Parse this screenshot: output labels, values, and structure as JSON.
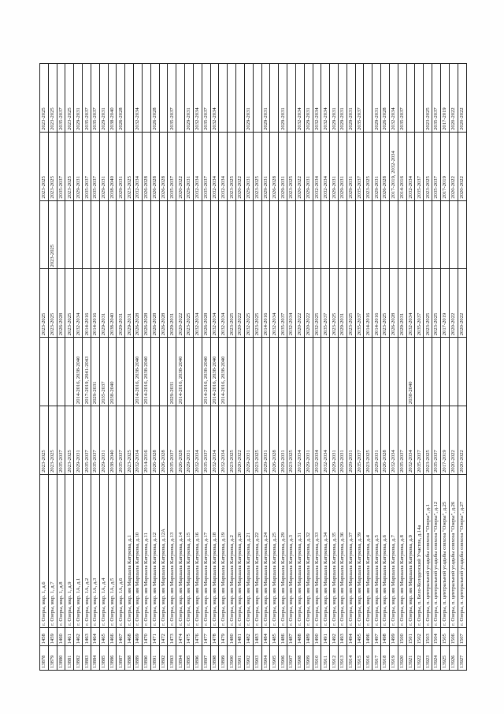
{
  "rows": [
    [
      "13878",
      "1458",
      "г. Озеры, мкр. 1, д.6",
      "2023-2025",
      "",
      "2023-2025",
      "",
      "2023-2025",
      "2023-2025"
    ],
    [
      "13879",
      "1459",
      "г. Озеры, мкр. 1, д.7",
      "2023-2025",
      "",
      "2023-2025",
      "2023-2025",
      "2023-2025",
      "2023-2025"
    ],
    [
      "13880",
      "1460",
      "г. Озеры, мкр. 1, д.8",
      "2035-2037",
      "",
      "2026-2028",
      "",
      "2035-2037",
      "2035-2037"
    ],
    [
      "13881",
      "1461",
      "г. Озеры, мкр. 1, д.9",
      "2023-2025",
      "",
      "2023-2025",
      "",
      "2023-2025",
      "2023-2025"
    ],
    [
      "13882",
      "1462",
      "г. Озеры, мкр. 1А, д.1",
      "2029-2031",
      "2014-2016, 2038-2040",
      "2032-2034",
      "",
      "2029-2031",
      "2029-2031"
    ],
    [
      "13883",
      "1463",
      "г. Озеры, мкр. 1А, д.2",
      "2035-2037",
      "2017-2019, 2041-2043",
      "2014-2016",
      "",
      "2035-2037",
      "2035-2037"
    ],
    [
      "13884",
      "1464",
      "г. Озеры, мкр. 1А, д.3",
      "2035-2037",
      "2029-2031",
      "2014-2016",
      "",
      "2035-2037",
      "2035-2037"
    ],
    [
      "13885",
      "1465",
      "г. Озеры, мкр. 1А, д.4",
      "2029-2031",
      "2035-2037",
      "2029-2031",
      "",
      "2029-2031",
      "2029-2031"
    ],
    [
      "13886",
      "1466",
      "г. Озеры, мкр. 1А, д.5",
      "2038-2040",
      "2038-2040",
      "2038-2040",
      "",
      "2038-2040",
      "2038-2040"
    ],
    [
      "13887",
      "1467",
      "г. Озеры, мкр. 1А, д.6",
      "2035-2037",
      "",
      "2029-2031",
      "",
      "2029-2031",
      "2026-2028"
    ],
    [
      "13888",
      "1468",
      "г. Озеры, мкр. им Маршала Катукова, д.1",
      "2023-2025",
      "",
      "2029-2031",
      "",
      "2023-2025",
      ""
    ],
    [
      "13889",
      "1469",
      "г. Озеры, мкр. им Маршала Катукова, д.10",
      "2032-2034",
      "2014-2016, 2038-2040",
      "2026-2028",
      "",
      "2032-2034",
      "2032-2034"
    ],
    [
      "13890",
      "1470",
      "г. Озеры, мкр. им Маршала Катукова, д.11",
      "2014-2016",
      "2014-2016, 2038-2040",
      "2026-2028",
      "",
      "2026-2028",
      ""
    ],
    [
      "13891",
      "1471",
      "г. Озеры, мкр. им Маршала Катукова, д.12",
      "2026-2028",
      "",
      "2026-2028",
      "",
      "2026-2028",
      "2026-2028"
    ],
    [
      "13892",
      "1472",
      "г. Озеры, мкр. им Маршала Катукова, д.12А",
      "2026-2028",
      "",
      "2026-2028",
      "",
      "2026-2028",
      ""
    ],
    [
      "13893",
      "1473",
      "г. Озеры, мкр. им Маршала Катукова, д.13",
      "2035-2037",
      "2029-2031",
      "2029-2031",
      "",
      "2035-2037",
      "2035-2037"
    ],
    [
      "13894",
      "1474",
      "г. Озеры, мкр. им Маршала Катукова, д.14",
      "2026-2028",
      "2014-2016, 2038-2040",
      "2020-2022",
      "",
      "2020-2022",
      ""
    ],
    [
      "13895",
      "1475",
      "г. Озеры, мкр. им Маршала Катукова, д.15",
      "2029-2031",
      "",
      "2023-2025",
      "",
      "2029-2031",
      "2029-2031"
    ],
    [
      "13896",
      "1476",
      "г. Озеры, мкр. им Маршала Катукова, д.16",
      "2032-2034",
      "",
      "2032-2034",
      "",
      "2032-2034",
      "2032-2034"
    ],
    [
      "13897",
      "1477",
      "г. Озеры, мкр. им Маршала Катукова, д.17",
      "2035-2037",
      "2014-2016, 2038-2040",
      "2026-2028",
      "",
      "2035-2037",
      "2035-2037"
    ],
    [
      "13898",
      "1478",
      "г. Озеры, мкр. им Маршала Катукова, д.18",
      "2032-2034",
      "2014-2016, 2038-2040",
      "2032-2034",
      "",
      "2032-2034",
      "2032-2034"
    ],
    [
      "13899",
      "1479",
      "г. Озеры, мкр. им Маршала Катукова, д.19",
      "2032-2034",
      "2014-2016, 2038-2040",
      "2032-2034",
      "",
      "2032-2034",
      ""
    ],
    [
      "13900",
      "1480",
      "г. Озеры, мкр. им Маршала Катукова, д.2",
      "2023-2025",
      "",
      "2023-2025",
      "",
      "2023-2025",
      ""
    ],
    [
      "13901",
      "1481",
      "г. Озеры, мкр. им Маршала Катукова, д.20",
      "2020-2022",
      "",
      "2020-2022",
      "",
      "2020-2022",
      ""
    ],
    [
      "13902",
      "1482",
      "г. Озеры, мкр. им Маршала Катукова, д.21",
      "2029-2031",
      "",
      "2032-2025",
      "",
      "2029-2031",
      "2029-2031"
    ],
    [
      "13903",
      "1483",
      "г. Озеры, мкр. им Маршала Катукова, д.22",
      "2023-2025",
      "",
      "2023-2025",
      "",
      "2023-2025",
      ""
    ],
    [
      "13904",
      "1484",
      "г. Озеры, мкр. им Маршала Катукова, д.24",
      "2029-2031",
      "",
      "2014-2016",
      "",
      "2029-2031",
      "2029-2031"
    ],
    [
      "13905",
      "1485",
      "г. Озеры, мкр. им Маршала Катукова, д.25",
      "2026-2028",
      "",
      "2032-2034",
      "",
      "2026-2028",
      ""
    ],
    [
      "13906",
      "1486",
      "г. Озеры, мкр. им Маршала Катукова, д.29",
      "2029-2031",
      "",
      "2035-2037",
      "",
      "2029-2031",
      "2029-2031"
    ],
    [
      "13907",
      "1487",
      "г. Озеры, мкр. им Маршала Катукова, д.3",
      "2023-2025",
      "",
      "2032-2034",
      "",
      "2023-2025",
      ""
    ],
    [
      "13908",
      "1488",
      "г. Озеры, мкр. им Маршала Катукова, д.31",
      "2032-2034",
      "",
      "2020-2022",
      "",
      "2020-2022",
      "2032-2034"
    ],
    [
      "13909",
      "1489",
      "г. Озеры, мкр. им Маршала Катукова, д.32",
      "2029-2031",
      "",
      "2020-2022",
      "",
      "2029-2031",
      "2029-2031"
    ],
    [
      "13910",
      "1490",
      "г. Озеры, мкр. им Маршала Катукова, д.33",
      "2032-2034",
      "",
      "2032-2025",
      "",
      "2032-2034",
      "2032-2034"
    ],
    [
      "13911",
      "1491",
      "г. Озеры, мкр. им Маршала Катукова, д.34",
      "2032-2034",
      "",
      "2035-2037",
      "",
      "2032-2034",
      "2032-2034"
    ],
    [
      "13912",
      "1492",
      "г. Озеры, мкр. им Маршала Катукова, д.35",
      "2029-2031",
      "",
      "2023-2025",
      "",
      "2029-2031",
      "2029-2031"
    ],
    [
      "13913",
      "1493",
      "г. Озеры, мкр. им Маршала Катукова, д.36",
      "2029-2031",
      "",
      "2029-2031",
      "",
      "2029-2031",
      "2029-2031"
    ],
    [
      "13914",
      "1494",
      "г. Озеры, мкр. им Маршала Катукова, д.37",
      "2029-2031",
      "",
      "2023-2025",
      "",
      "2029-2031",
      "2029-2031"
    ],
    [
      "13915",
      "1495",
      "г. Озеры, мкр. им Маршала Катукова, д.39",
      "2035-2037",
      "",
      "2035-2037",
      "",
      "2035-2037",
      "2035-2037"
    ],
    [
      "13916",
      "1496",
      "г. Озеры, мкр. им Маршала Катукова, д.4",
      "2023-2025",
      "",
      "2014-2016",
      "",
      "2023-2025",
      ""
    ],
    [
      "13917",
      "1497",
      "г. Озеры, мкр. им Маршала Катукова, д.5",
      "2029-2031",
      "",
      "2014-2016",
      "",
      "2029-2031",
      "2029-2031"
    ],
    [
      "13918",
      "1498",
      "г. Озеры, мкр. им Маршала Катукова, д.6",
      "2026-2028",
      "",
      "2023-2025",
      "",
      "2026-2028",
      "2026-2028"
    ],
    [
      "13919",
      "1499",
      "г. Озеры, мкр. им Маршала Катукова, д.7",
      "2032-2034",
      "",
      "2026-2028",
      "",
      "2017-2019, 2032-2034",
      "2032-2034"
    ],
    [
      "13920",
      "1500",
      "г. Озеры, мкр. им Маршала Катукова, д.8",
      "2035-2037",
      "",
      "2029-2031",
      "",
      "2014-2016",
      "2035-2037"
    ],
    [
      "13921",
      "1501",
      "г. Озеры, мкр. им Маршала Катукова, д.9",
      "2032-2034",
      "2038-2040",
      "2032-2034",
      "",
      "2032-2034",
      ""
    ],
    [
      "13922",
      "1502",
      "г. Озеры, п. Бело-Колодезский Участок, д.14а",
      "2035-2037",
      "",
      "2035-2037",
      "",
      "2035-2037",
      ""
    ],
    [
      "13923",
      "1503",
      "г. Озеры, п. центральной усадьбы совхоза \"Озеры\", д.1",
      "2023-2025",
      "",
      "2023-2025",
      "",
      "2023-2025",
      "2023-2025"
    ],
    [
      "13924",
      "1504",
      "г. Озеры, п. центральной усадьбы совхоза \"Озеры\", д.12",
      "2035-2037",
      "",
      "2023-2025",
      "",
      "2035-2037",
      "2035-2037"
    ],
    [
      "13925",
      "1505",
      "г. Озеры, п. центральной усадьбы совхоза \"Озеры\", д.25",
      "2017-2019",
      "",
      "2017-2019",
      "",
      "2017-2019",
      "2017-2019"
    ],
    [
      "13926",
      "1506",
      "г. Озеры, п. центральной усадьбы совхоза \"Озеры\", д.26",
      "2020-2022",
      "",
      "2020-2022",
      "",
      "2020-2022",
      "2020-2022"
    ],
    [
      "13927",
      "1507",
      "г. Озеры, п. центральной усадьбы совхоза \"Озеры\", д.27",
      "2020-2022",
      "",
      "2020-2022",
      "",
      "2020-2022",
      "2020-2022"
    ]
  ]
}
